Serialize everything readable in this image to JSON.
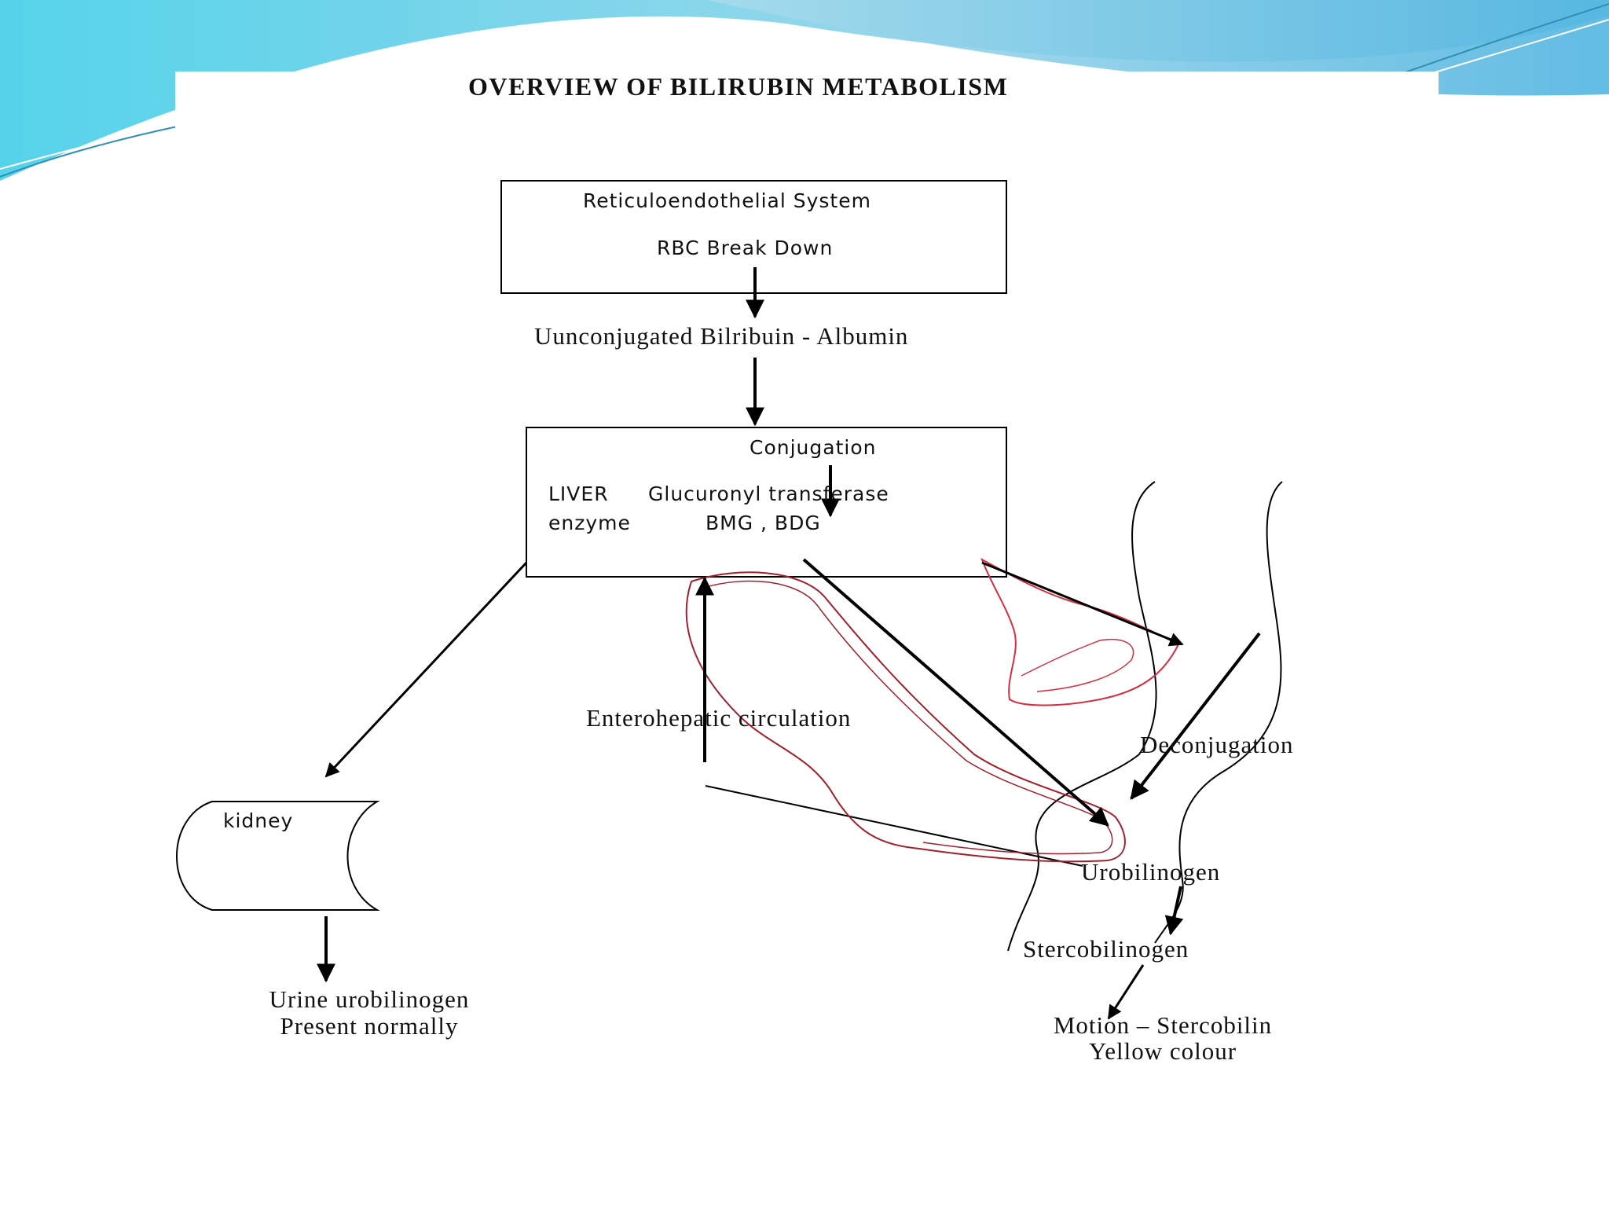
{
  "title": "OVERVIEW OF BILIRUBIN METABOLISM",
  "nodes": {
    "res_box": {
      "line1": "Reticuloendothelial System",
      "line2": "RBC Break Down"
    },
    "unconjugated": "Uunconjugated Bilribuin - Albumin",
    "liver_box": {
      "conjugation": "Conjugation",
      "liver": "LIVER",
      "enzyme_name": "Glucuronyl transferase",
      "enzyme": "enzyme",
      "products": "BMG  , BDG"
    },
    "enterohepatic": "Enterohepatic circulation",
    "kidney": "kidney",
    "urine": {
      "line1": "Urine urobilinogen",
      "line2": "Present normally"
    },
    "deconjugation": "Deconjugation",
    "urobilinogen": "Urobilinogen",
    "stercobilinogen": "Stercobilinogen",
    "motion": {
      "line1": "Motion – Stercobilin",
      "line2": "Yellow colour"
    }
  },
  "colors": {
    "background_swoosh": "#5fd1e6",
    "intestine_outline": "#a0202c",
    "line": "#000000"
  }
}
